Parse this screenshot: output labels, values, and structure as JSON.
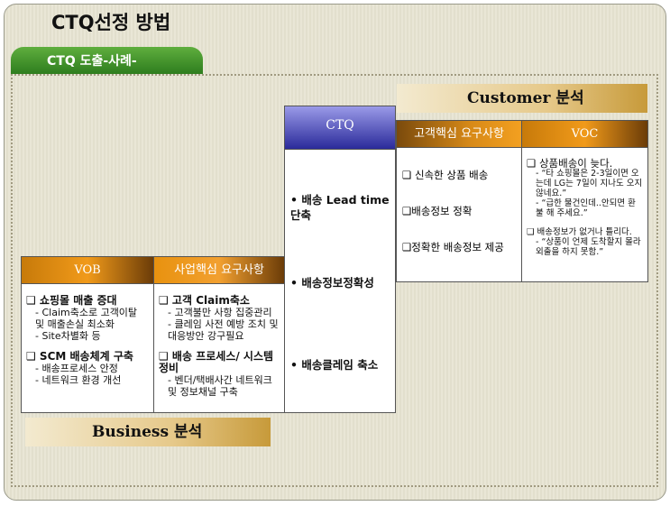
{
  "title": "CTQ선정 방법",
  "tab": "CTQ 도출-사례-",
  "customer_banner": "Customer 분석",
  "business_banner": "Business 분석",
  "ctq": {
    "header": "CTQ",
    "items": [
      "• 배송 Lead time 단축",
      "• 배송정보정확성",
      "• 배송클레임 축소"
    ]
  },
  "customer": {
    "headers": [
      "고객핵심 요구사항",
      "VOC"
    ],
    "needs": [
      "❑ 신속한 상품 배송",
      "❑배송정보 정확",
      "❑정확한 배송정보 제공"
    ],
    "voc": [
      {
        "title": "❑ 상품배송이 늦다.",
        "lines": [
          "- “타 쇼핑몰은 2-3일이면 오는데 LG는 7일이 지나도 오지 않네요.”",
          "- “급한 물건인데..안되면 환불 해 주세요.”"
        ]
      },
      {
        "title": "❑ 배송정보가 없거나 틀리다.",
        "lines": [
          "- “상품이 언제 도착할지 몰라 외출을 하지 못함.”"
        ]
      }
    ]
  },
  "business": {
    "headers": [
      "VOB",
      "사업핵심 요구사항"
    ],
    "vob": [
      {
        "title": "❑ 쇼핑몰 매출 증대",
        "lines": [
          "- Claim축소로 고객이탈 및 매출손실 최소화",
          "- Site차별화 등"
        ]
      },
      {
        "title": "❑ SCM 배송체계 구축",
        "lines": [
          "- 배송프로세스 안정",
          "- 네트워크 환경 개선"
        ]
      }
    ],
    "needs": [
      {
        "title": "❑ 고객 Claim축소",
        "lines": [
          "- 고객불만 사항 집중관리",
          "- 클레임 사전 예방 조치 및 대응방안 강구필요"
        ]
      },
      {
        "title": "❑ 배송 프로세스/ 시스템 정비",
        "lines": [
          "- 벤더/택배사간 네트워크 및 정보채널 구축"
        ]
      }
    ]
  }
}
